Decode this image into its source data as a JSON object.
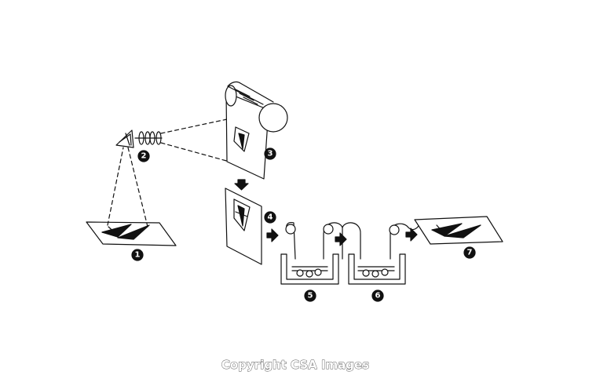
{
  "steps": [
    {
      "number": "1",
      "meaning": "original"
    },
    {
      "number": "2",
      "meaning": "lens"
    },
    {
      "number": "3",
      "meaning": "film-roll"
    },
    {
      "number": "4",
      "meaning": "exposed-sheet"
    },
    {
      "number": "5",
      "meaning": "tank"
    },
    {
      "number": "6",
      "meaning": "tank"
    },
    {
      "number": "7",
      "meaning": "result"
    }
  ],
  "copyright": "Copyright CSA Images",
  "colors": {
    "ink": "#111111",
    "paper": "#ffffff",
    "credit_outline": "#555555"
  }
}
